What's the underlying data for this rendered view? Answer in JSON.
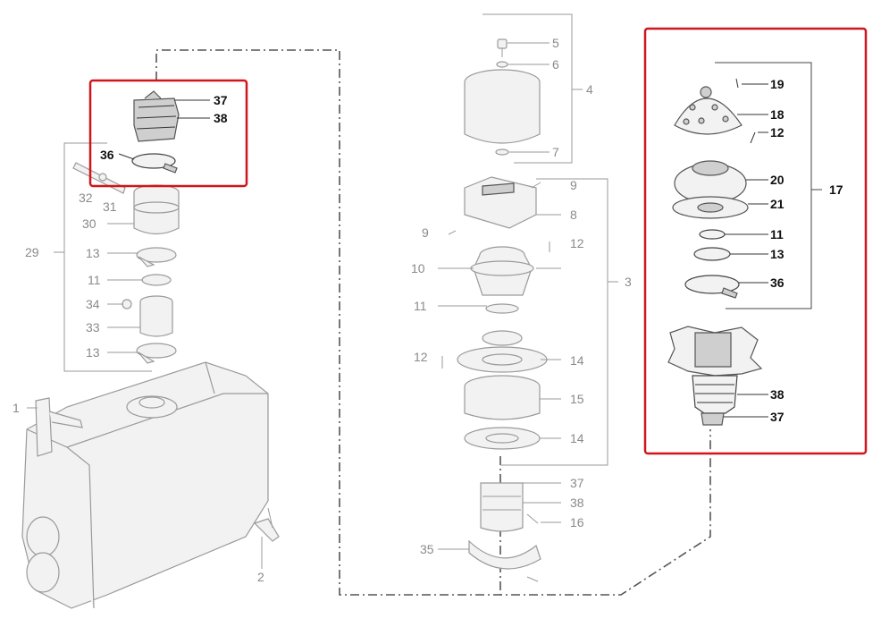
{
  "colors": {
    "highlight": "#d0151c",
    "line_gray": "#9a9a9a",
    "text_dark": "#111111",
    "text_gray": "#8a8a8a"
  },
  "callouts": {
    "c1": "1",
    "c2": "2",
    "c3": "3",
    "c4": "4",
    "c5": "5",
    "c6": "6",
    "c7": "7",
    "c8": "8",
    "c9a": "9",
    "c9b": "9",
    "c10": "10",
    "c11a": "11",
    "c11b": "11",
    "c11c": "11",
    "c12a": "12",
    "c12b": "12",
    "c12c": "12",
    "c13a": "13",
    "c13b": "13",
    "c13c": "13",
    "c14a": "14",
    "c14b": "14",
    "c15": "15",
    "c16": "16",
    "c17": "17",
    "c18": "18",
    "c19": "19",
    "c20": "20",
    "c21": "21",
    "c29": "29",
    "c30": "30",
    "c31": "31",
    "c32": "32",
    "c33": "33",
    "c34": "34",
    "c35": "35",
    "c36a": "36",
    "c36b": "36",
    "c37a": "37",
    "c37b": "37",
    "c37c": "37",
    "c38a": "38",
    "c38b": "38",
    "c38c": "38"
  }
}
